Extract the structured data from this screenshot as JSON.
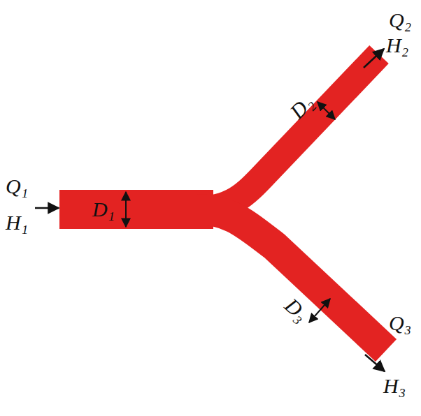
{
  "diagram": {
    "labels": [
      "Q₁",
      "H₁",
      "D₁",
      "Q₂",
      "H₂",
      "D₂",
      "D₃",
      "Q₃",
      "H₃"
    ]
  }
}
